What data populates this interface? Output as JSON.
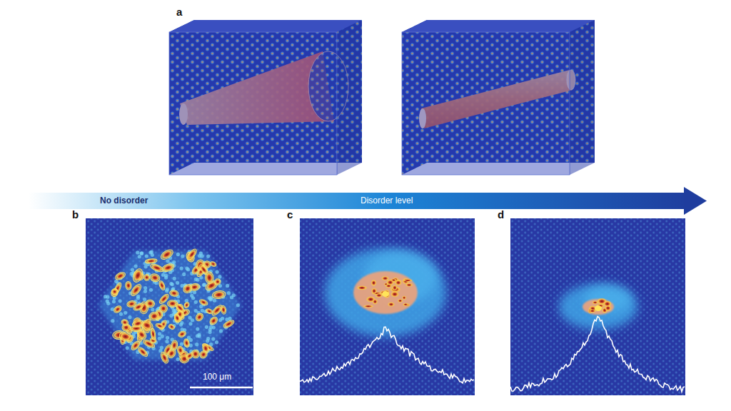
{
  "diagram": {
    "labels": [
      "a",
      "No disorder",
      "Disorder level",
      "b",
      "c",
      "d",
      "100 μm"
    ]
  }
}
